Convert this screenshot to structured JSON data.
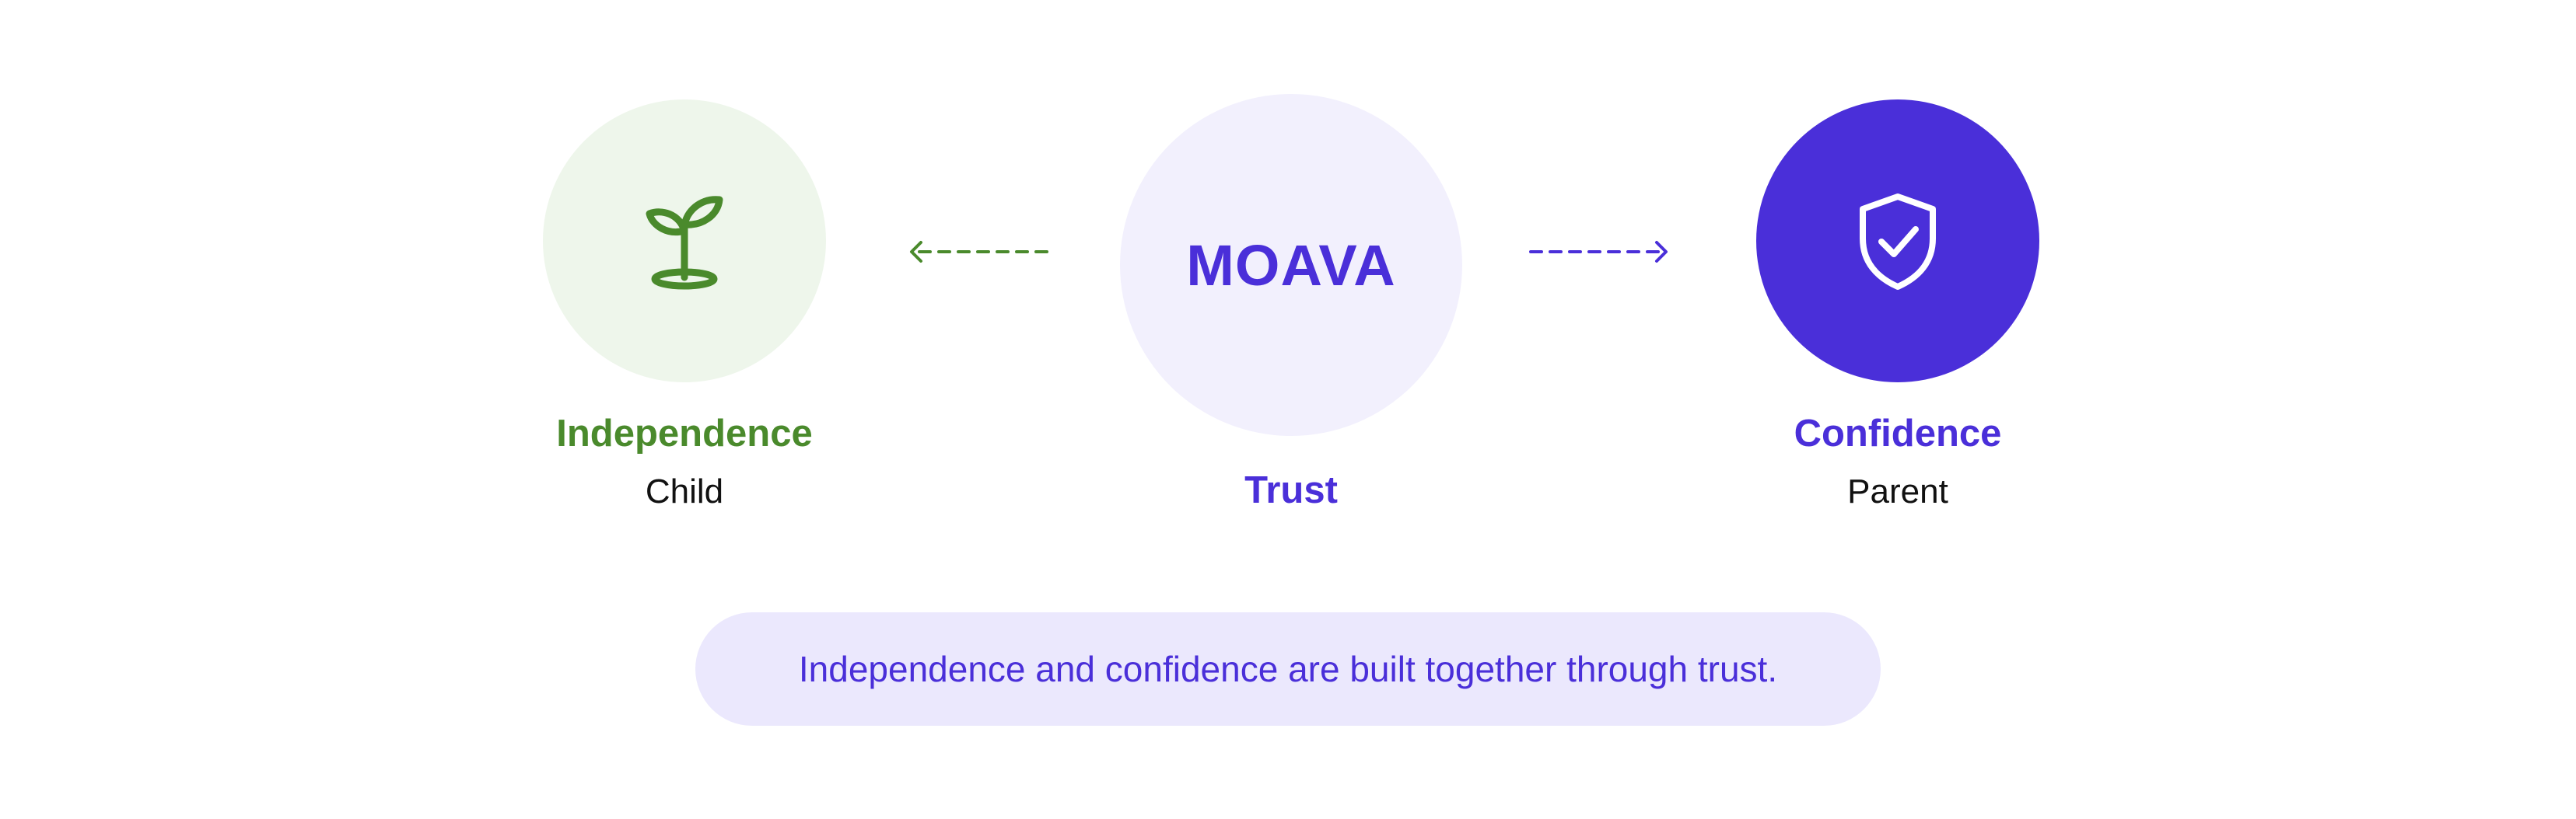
{
  "colors": {
    "child_green": "#4a8a2c",
    "child_bg": "#eef6eb",
    "brand_purple": "#4a2fd9",
    "center_bg": "#f2f0fd",
    "pill_bg": "#ebe8fd"
  },
  "center": {
    "brand": "MOAVA",
    "label": "Trust"
  },
  "left_node": {
    "icon": "sprout-icon",
    "title": "Independence",
    "subtitle": "Child"
  },
  "right_node": {
    "icon": "shield-check-icon",
    "title": "Confidence",
    "subtitle": "Parent"
  },
  "tagline": "Independence and confidence are built together through trust."
}
